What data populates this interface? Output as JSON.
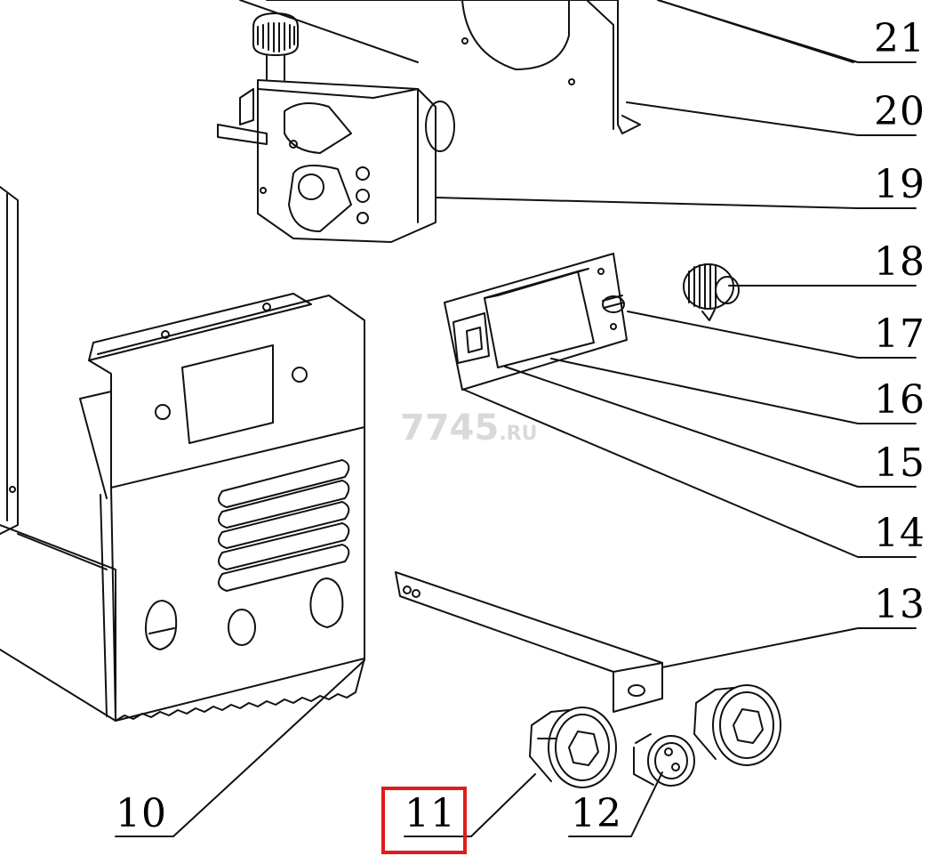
{
  "watermark": {
    "main": "7745",
    "suffix": ".RU"
  },
  "callouts": [
    "21",
    "20",
    "19",
    "18",
    "17",
    "16",
    "15",
    "14",
    "13",
    "12",
    "11",
    "10"
  ],
  "highlight": {
    "label": "11",
    "color": "#e01b1b"
  },
  "parts": {
    "wire_feeder": "wire-feeder",
    "front_panel": "front-panel",
    "control_board": "control-board",
    "knob": "knob",
    "bracket": "bracket",
    "socket_left": "euro-socket",
    "socket_right": "euro-socket",
    "connector": "connector"
  }
}
